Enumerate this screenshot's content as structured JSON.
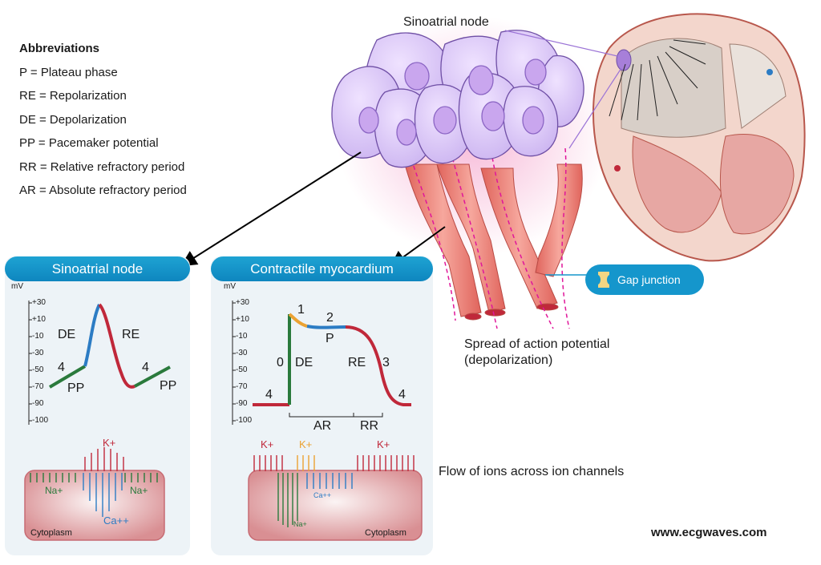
{
  "abbreviations": {
    "heading": "Abbreviations",
    "items": [
      "P = Plateau phase",
      "RE = Repolarization",
      "DE = Depolarization",
      "PP = Pacemaker potential",
      "RR = Relative refractory period",
      "AR = Absolute refractory period"
    ]
  },
  "top": {
    "sa_node_label": "Sinoatrial node",
    "gap_junction": "Gap junction",
    "spread_line1": "Spread of action potential",
    "spread_line2": "(depolarization)",
    "flow_label": "Flow of ions across ion channels",
    "website": "www.ecgwaves.com"
  },
  "sa_panel": {
    "title": "Sinoatrial node",
    "unit": "mV",
    "ticks": [
      "+30",
      "+10",
      "-10",
      "-30",
      "-50",
      "-70",
      "-90",
      "-100"
    ],
    "labels": {
      "de": "DE",
      "re": "RE",
      "phase4_left": "4",
      "pp_left": "PP",
      "phase4_right": "4",
      "pp_right": "PP"
    },
    "ions": {
      "k": "K+",
      "na_left": "Na+",
      "na_right": "Na+",
      "ca": "Ca++"
    },
    "cytoplasm": "Cytoplasm"
  },
  "myo_panel": {
    "title": "Contractile myocardium",
    "unit": "mV",
    "ticks": [
      "+30",
      "+10",
      "-10",
      "-30",
      "-50",
      "-70",
      "-90",
      "-100"
    ],
    "labels": {
      "p1": "1",
      "p2": "2",
      "p": "P",
      "p0": "0",
      "de": "DE",
      "re": "RE",
      "p3": "3",
      "p4_left": "4",
      "p4_right": "4",
      "ar": "AR",
      "rr": "RR"
    },
    "ions": {
      "k_left": "K+",
      "k_mid": "K+",
      "k_right": "K+",
      "ca": "Ca++",
      "na": "Na+"
    },
    "cytoplasm": "Cytoplasm"
  },
  "colors": {
    "depolarization": "#2c7cc4",
    "repolarization": "#c0283a",
    "pacemaker": "#2a7a3c",
    "plateau_onset": "#eba232",
    "title_bar": "#1596cc"
  }
}
